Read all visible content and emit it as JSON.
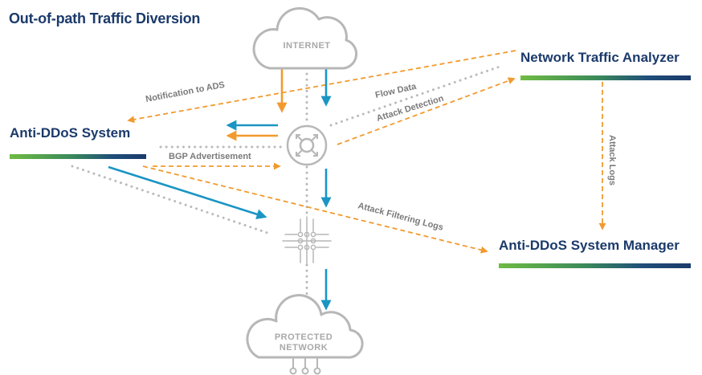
{
  "title": "Out-of-path Traffic Diversion",
  "nodes": {
    "internet": "INTERNET",
    "protected_network_line1": "PROTECTED",
    "protected_network_line2": "NETWORK",
    "anti_ddos_system": "Anti-DDoS System",
    "network_traffic_analyzer": "Network Traffic Analyzer",
    "anti_ddos_system_manager": "Anti-DDoS System Manager"
  },
  "edge_labels": {
    "notification": "Notification to ADS",
    "flow_data": "Flow Data",
    "attack_detection": "Attack Detection",
    "bgp_advertisement": "BGP Advertisement",
    "attack_filtering_logs": "Attack Filtering Logs",
    "attack_logs": "Attack Logs"
  },
  "colors": {
    "navy": "#1b3a6b",
    "orange": "#f29a2e",
    "blue": "#1a95c4",
    "gray": "#bbbbbb"
  },
  "icons": [
    "cloud-icon",
    "router-icon",
    "chip-icon"
  ]
}
